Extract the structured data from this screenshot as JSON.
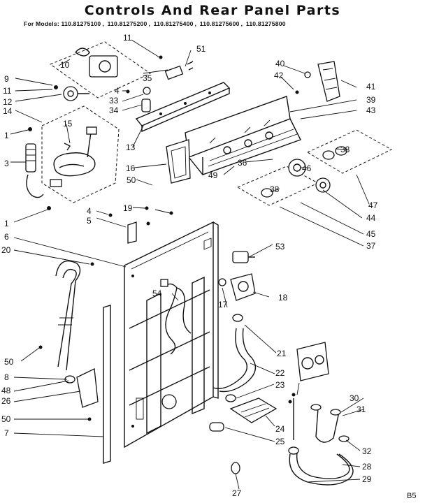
{
  "title": "Controls And Rear Panel Parts",
  "models": {
    "prefix": "For Models:",
    "list": [
      "110.81275100",
      "110.81275200",
      "110.81275400",
      "110.81275600",
      "110.81275800"
    ]
  },
  "corner_code": "B5",
  "callouts": [
    "1",
    "3",
    "4",
    "5",
    "6",
    "7",
    "8",
    "9",
    "10",
    "11",
    "12",
    "13",
    "14",
    "15",
    "16",
    "17",
    "18",
    "19",
    "20",
    "21",
    "22",
    "23",
    "24",
    "25",
    "26",
    "27",
    "28",
    "29",
    "30",
    "31",
    "32",
    "33",
    "34",
    "35",
    "36",
    "37",
    "38",
    "39",
    "40",
    "41",
    "42",
    "43",
    "44",
    "45",
    "46",
    "47",
    "48",
    "49",
    "50",
    "51",
    "53",
    "54"
  ]
}
